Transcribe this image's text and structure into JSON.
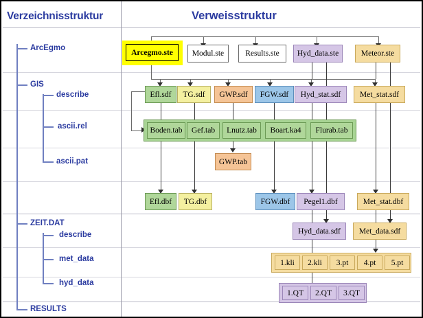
{
  "panes": {
    "left_title": "Verzeichnisstruktur",
    "right_title": "Verweisstruktur"
  },
  "tree": {
    "items": [
      {
        "label": "ArcEgmo",
        "level": 1
      },
      {
        "label": "GIS",
        "level": 1
      },
      {
        "label": "describe",
        "level": 2
      },
      {
        "label": "ascii.rel",
        "level": 2
      },
      {
        "label": "ascii.pat",
        "level": 2
      },
      {
        "label": "ZEIT.DAT",
        "level": 1
      },
      {
        "label": "describe",
        "level": 2
      },
      {
        "label": "met_data",
        "level": 2
      },
      {
        "label": "hyd_data",
        "level": 2
      },
      {
        "label": "RESULTS",
        "level": 1
      }
    ]
  },
  "diagram": {
    "row_ste": [
      {
        "label": "Arcegmo.ste",
        "color": "highlight"
      },
      {
        "label": "Modul.ste",
        "color": "white"
      },
      {
        "label": "Results.ste",
        "color": "white"
      },
      {
        "label": "Hyd_data.ste",
        "color": "purple"
      },
      {
        "label": "Meteor.ste",
        "color": "tan"
      }
    ],
    "row_sdf": [
      {
        "label": "Efl.sdf",
        "color": "green"
      },
      {
        "label": "TG.sdf",
        "color": "yellow"
      },
      {
        "label": "GWP.sdf",
        "color": "orange"
      },
      {
        "label": "FGW.sdf",
        "color": "blue"
      },
      {
        "label": "Hyd_stat.sdf",
        "color": "purple"
      },
      {
        "label": "Met_stat.sdf",
        "color": "tan"
      }
    ],
    "row_tab": [
      {
        "label": "Boden.tab",
        "color": "green"
      },
      {
        "label": "Gef.tab",
        "color": "green"
      },
      {
        "label": "Lnutz.tab",
        "color": "green"
      },
      {
        "label": "Boart.ka4",
        "color": "green"
      },
      {
        "label": "Flurab.tab",
        "color": "green"
      }
    ],
    "gwp_tab": {
      "label": "GWP.tab",
      "color": "orange"
    },
    "row_dbf": [
      {
        "label": "Efl.dbf",
        "color": "green"
      },
      {
        "label": "TG.dbf",
        "color": "yellow"
      },
      {
        "label": "FGW.dbf",
        "color": "blue"
      },
      {
        "label": "Pegel1.dbf",
        "color": "purple"
      },
      {
        "label": "Met_stat.dbf",
        "color": "tan"
      }
    ],
    "row_data_sdf": [
      {
        "label": "Hyd_data.sdf",
        "color": "purple"
      },
      {
        "label": "Met_data.sdf",
        "color": "tan"
      }
    ],
    "row_series": [
      {
        "label": "1.kli",
        "color": "tan"
      },
      {
        "label": "2.kli",
        "color": "tan"
      },
      {
        "label": "3.pt",
        "color": "tan"
      },
      {
        "label": "4.pt",
        "color": "tan"
      },
      {
        "label": "5.pt",
        "color": "tan"
      }
    ],
    "row_qt": [
      {
        "label": "1.QT",
        "color": "purple"
      },
      {
        "label": "2.QT",
        "color": "purple"
      },
      {
        "label": "3.QT",
        "color": "purple"
      }
    ]
  },
  "colors": {
    "title": "#2b3ba0",
    "tree": "#2b3ba0",
    "highlight": "#ffff00",
    "green": "#b0d79a",
    "yellow": "#f4f0a0",
    "orange": "#f5c496",
    "blue": "#9cc6e8",
    "purple": "#d5c6e6",
    "tan": "#f5dca0"
  }
}
